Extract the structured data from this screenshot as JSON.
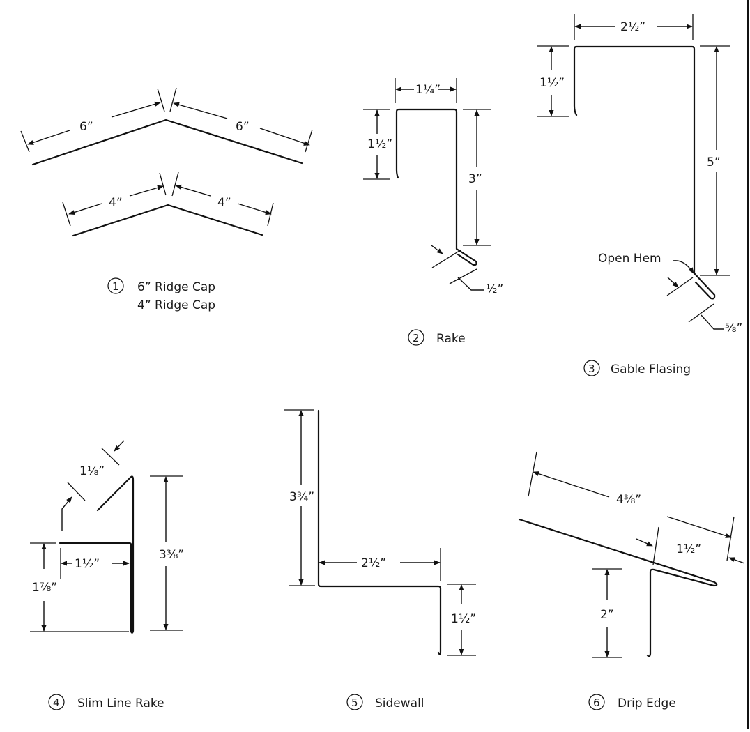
{
  "items": [
    {
      "number": "1",
      "caption": "6” Ridge Cap",
      "caption2": "4” Ridge Cap",
      "dims": {
        "a": "6”",
        "b": "6”",
        "c": "4”",
        "d": "4”"
      }
    },
    {
      "number": "2",
      "caption": "Rake",
      "dims": {
        "width": "1¼”",
        "left": "1½”",
        "drop": "3”",
        "hem": "½”"
      }
    },
    {
      "number": "3",
      "caption": "Gable Flasing",
      "dims": {
        "width": "2½”",
        "left": "1½”",
        "drop": "5”",
        "hem_label": "Open Hem",
        "hem": "⅝”"
      }
    },
    {
      "number": "4",
      "caption": "Slim Line Rake",
      "dims": {
        "kick": "1⅛”",
        "inner": "1½”",
        "left": "1⅞”",
        "right": "3⅜”"
      }
    },
    {
      "number": "5",
      "caption": "Sidewall",
      "dims": {
        "height": "3¾”",
        "width": "2½”",
        "drop": "1½”"
      }
    },
    {
      "number": "6",
      "caption": "Drip Edge",
      "dims": {
        "top": "4⅜”",
        "inner": "1½”",
        "drop": "2”"
      }
    }
  ]
}
